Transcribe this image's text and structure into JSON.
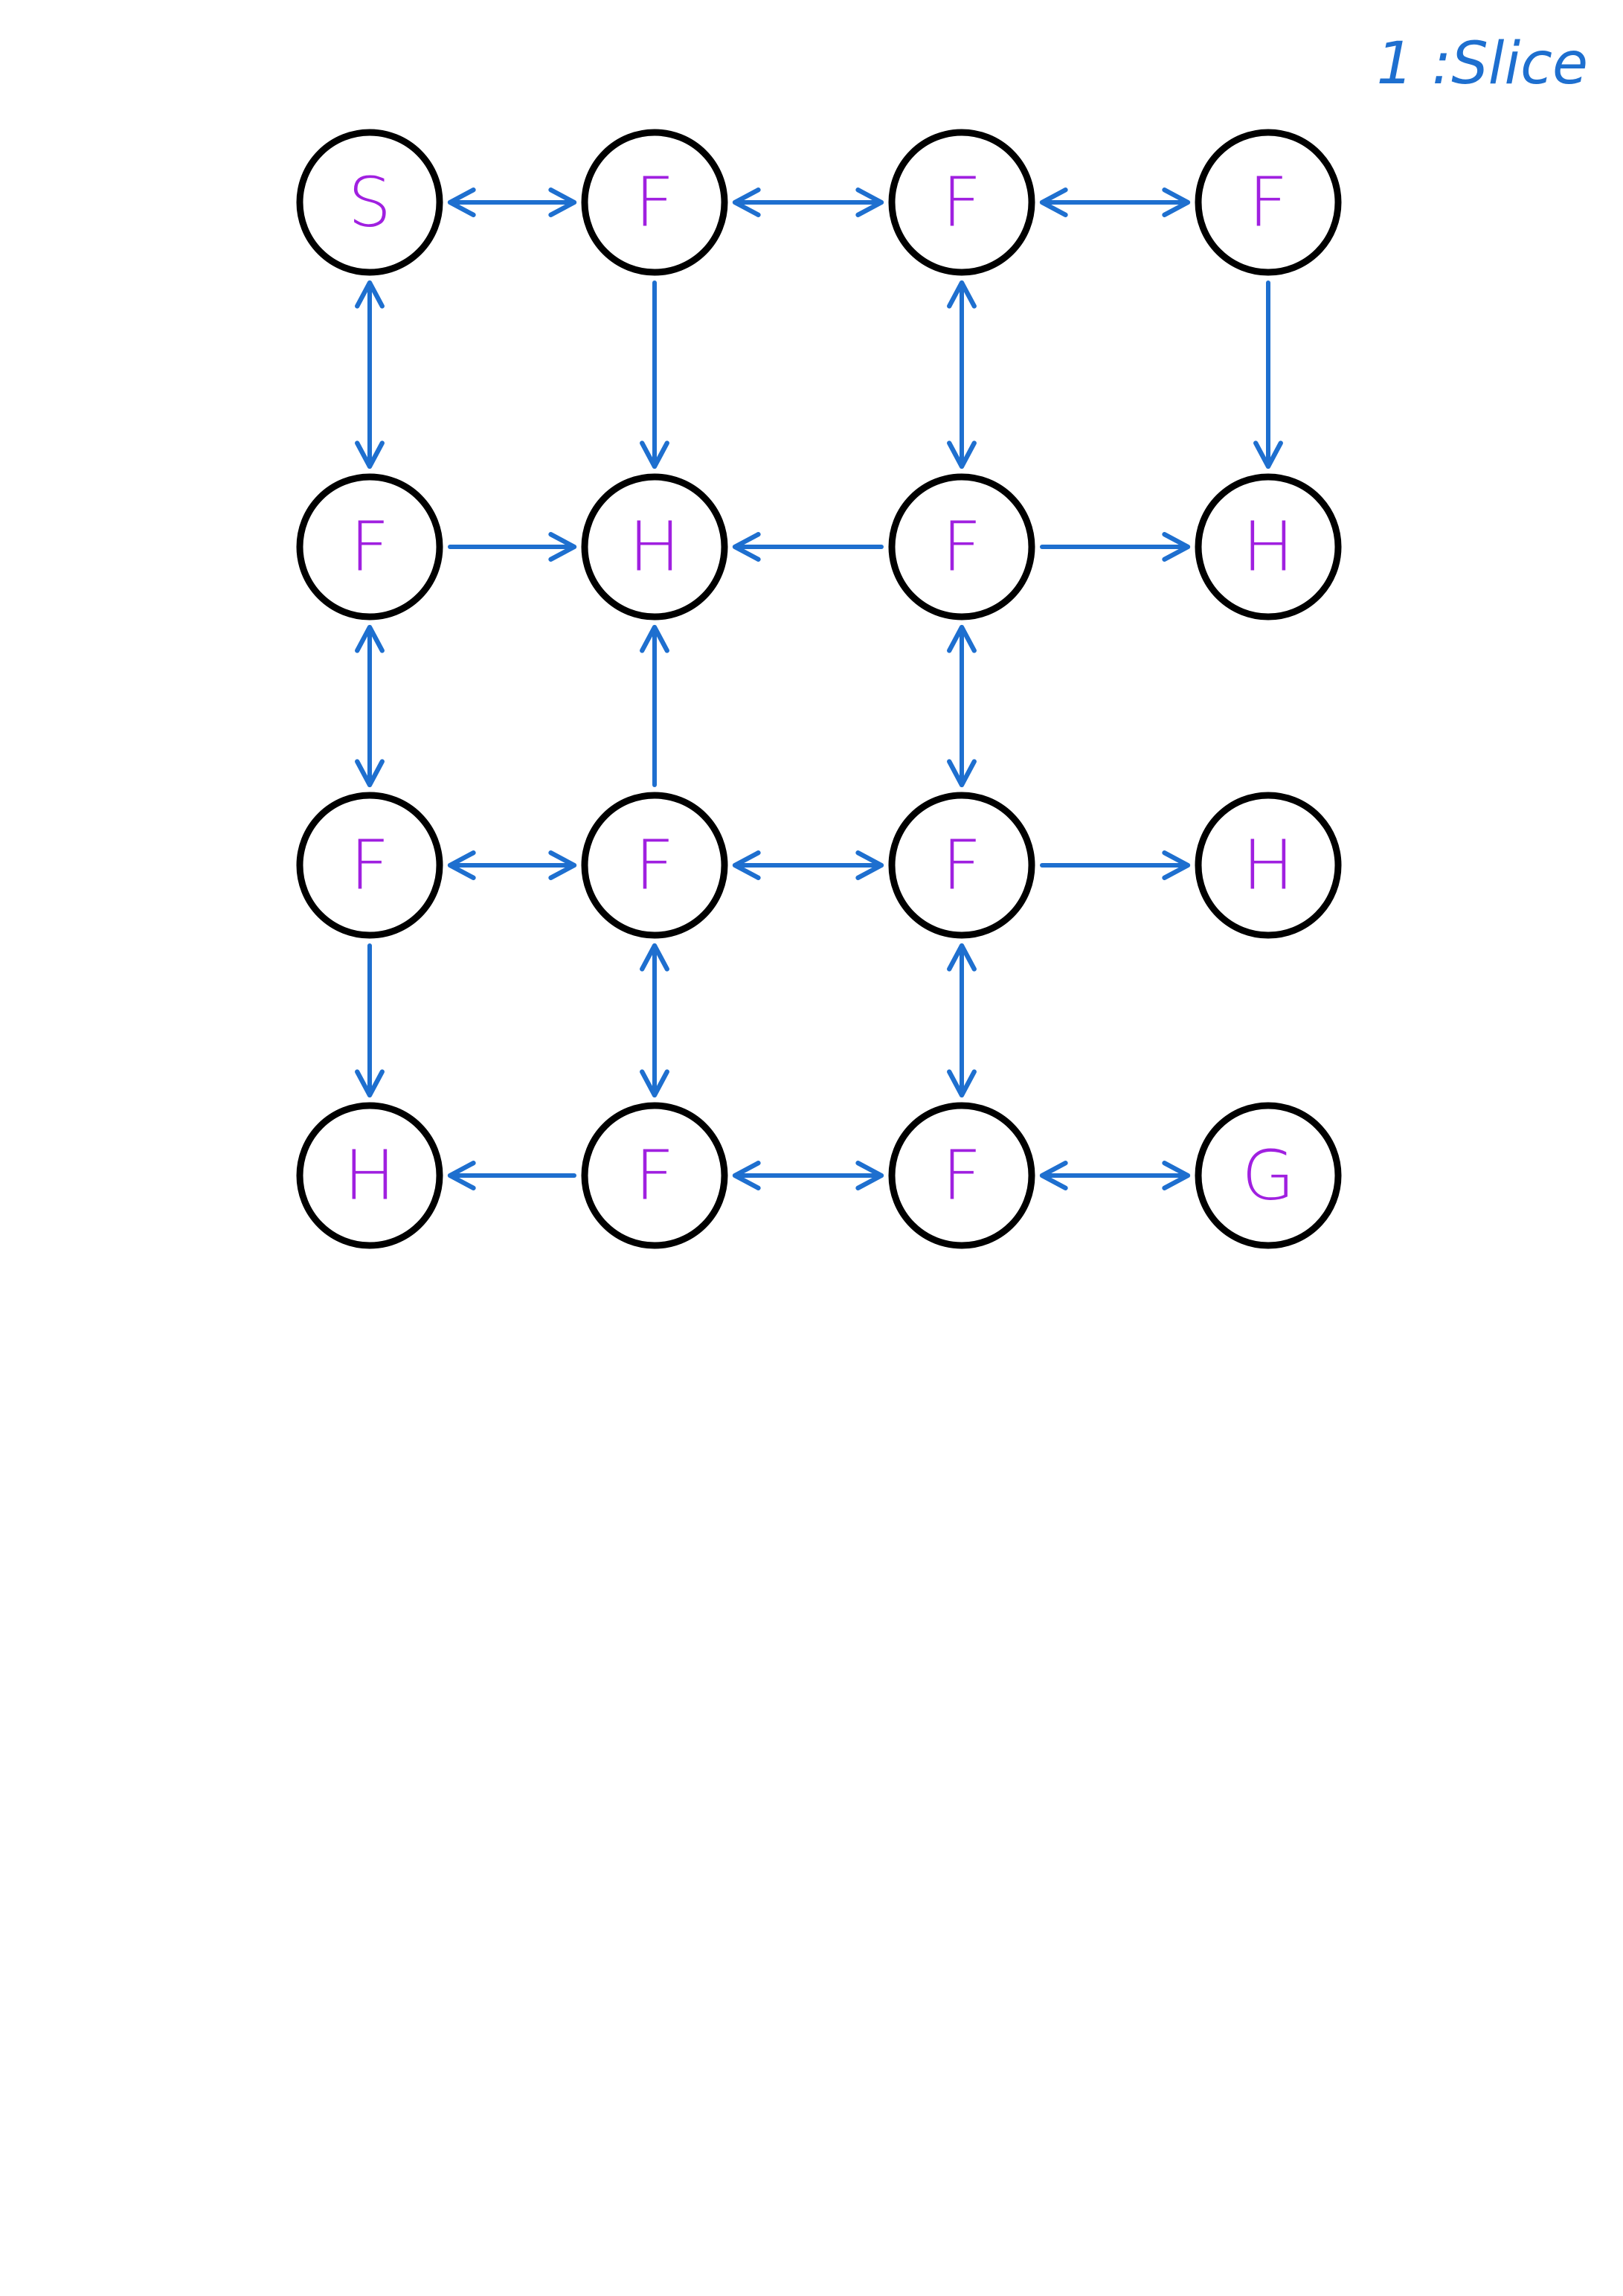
{
  "page_note": "1 :Slice",
  "colors": {
    "node_stroke": "#000000",
    "label": "#a020e0",
    "edge": "#1e6fcf",
    "note": "#1e6fcf"
  },
  "grid": {
    "rows": 4,
    "cols": 4,
    "nodes": [
      {
        "id": "r0c0",
        "row": 0,
        "col": 0,
        "label": "S"
      },
      {
        "id": "r0c1",
        "row": 0,
        "col": 1,
        "label": "F"
      },
      {
        "id": "r0c2",
        "row": 0,
        "col": 2,
        "label": "F"
      },
      {
        "id": "r0c3",
        "row": 0,
        "col": 3,
        "label": "F"
      },
      {
        "id": "r1c0",
        "row": 1,
        "col": 0,
        "label": "F"
      },
      {
        "id": "r1c1",
        "row": 1,
        "col": 1,
        "label": "H"
      },
      {
        "id": "r1c2",
        "row": 1,
        "col": 2,
        "label": "F"
      },
      {
        "id": "r1c3",
        "row": 1,
        "col": 3,
        "label": "H"
      },
      {
        "id": "r2c0",
        "row": 2,
        "col": 0,
        "label": "F"
      },
      {
        "id": "r2c1",
        "row": 2,
        "col": 1,
        "label": "F"
      },
      {
        "id": "r2c2",
        "row": 2,
        "col": 2,
        "label": "F"
      },
      {
        "id": "r2c3",
        "row": 2,
        "col": 3,
        "label": "H"
      },
      {
        "id": "r3c0",
        "row": 3,
        "col": 0,
        "label": "H"
      },
      {
        "id": "r3c1",
        "row": 3,
        "col": 1,
        "label": "F"
      },
      {
        "id": "r3c2",
        "row": 3,
        "col": 2,
        "label": "F"
      },
      {
        "id": "r3c3",
        "row": 3,
        "col": 3,
        "label": "G"
      }
    ],
    "edges": [
      {
        "from": "r0c0",
        "to": "r0c1",
        "bidirectional": true
      },
      {
        "from": "r0c1",
        "to": "r0c2",
        "bidirectional": true
      },
      {
        "from": "r0c2",
        "to": "r0c3",
        "bidirectional": true
      },
      {
        "from": "r0c0",
        "to": "r1c0",
        "bidirectional": true
      },
      {
        "from": "r0c1",
        "to": "r1c1",
        "bidirectional": false
      },
      {
        "from": "r0c2",
        "to": "r1c2",
        "bidirectional": true
      },
      {
        "from": "r0c3",
        "to": "r1c3",
        "bidirectional": false
      },
      {
        "from": "r1c0",
        "to": "r1c1",
        "bidirectional": false
      },
      {
        "from": "r1c2",
        "to": "r1c1",
        "bidirectional": false
      },
      {
        "from": "r1c2",
        "to": "r1c3",
        "bidirectional": false
      },
      {
        "from": "r1c0",
        "to": "r2c0",
        "bidirectional": true
      },
      {
        "from": "r2c1",
        "to": "r1c1",
        "bidirectional": false
      },
      {
        "from": "r1c2",
        "to": "r2c2",
        "bidirectional": true
      },
      {
        "from": "r2c0",
        "to": "r2c1",
        "bidirectional": true
      },
      {
        "from": "r2c1",
        "to": "r2c2",
        "bidirectional": true
      },
      {
        "from": "r2c2",
        "to": "r2c3",
        "bidirectional": false
      },
      {
        "from": "r2c0",
        "to": "r3c0",
        "bidirectional": false
      },
      {
        "from": "r2c1",
        "to": "r3c1",
        "bidirectional": true
      },
      {
        "from": "r2c2",
        "to": "r3c2",
        "bidirectional": true
      },
      {
        "from": "r3c1",
        "to": "r3c0",
        "bidirectional": false
      },
      {
        "from": "r3c1",
        "to": "r3c2",
        "bidirectional": true
      },
      {
        "from": "r3c2",
        "to": "r3c3",
        "bidirectional": true
      }
    ]
  }
}
